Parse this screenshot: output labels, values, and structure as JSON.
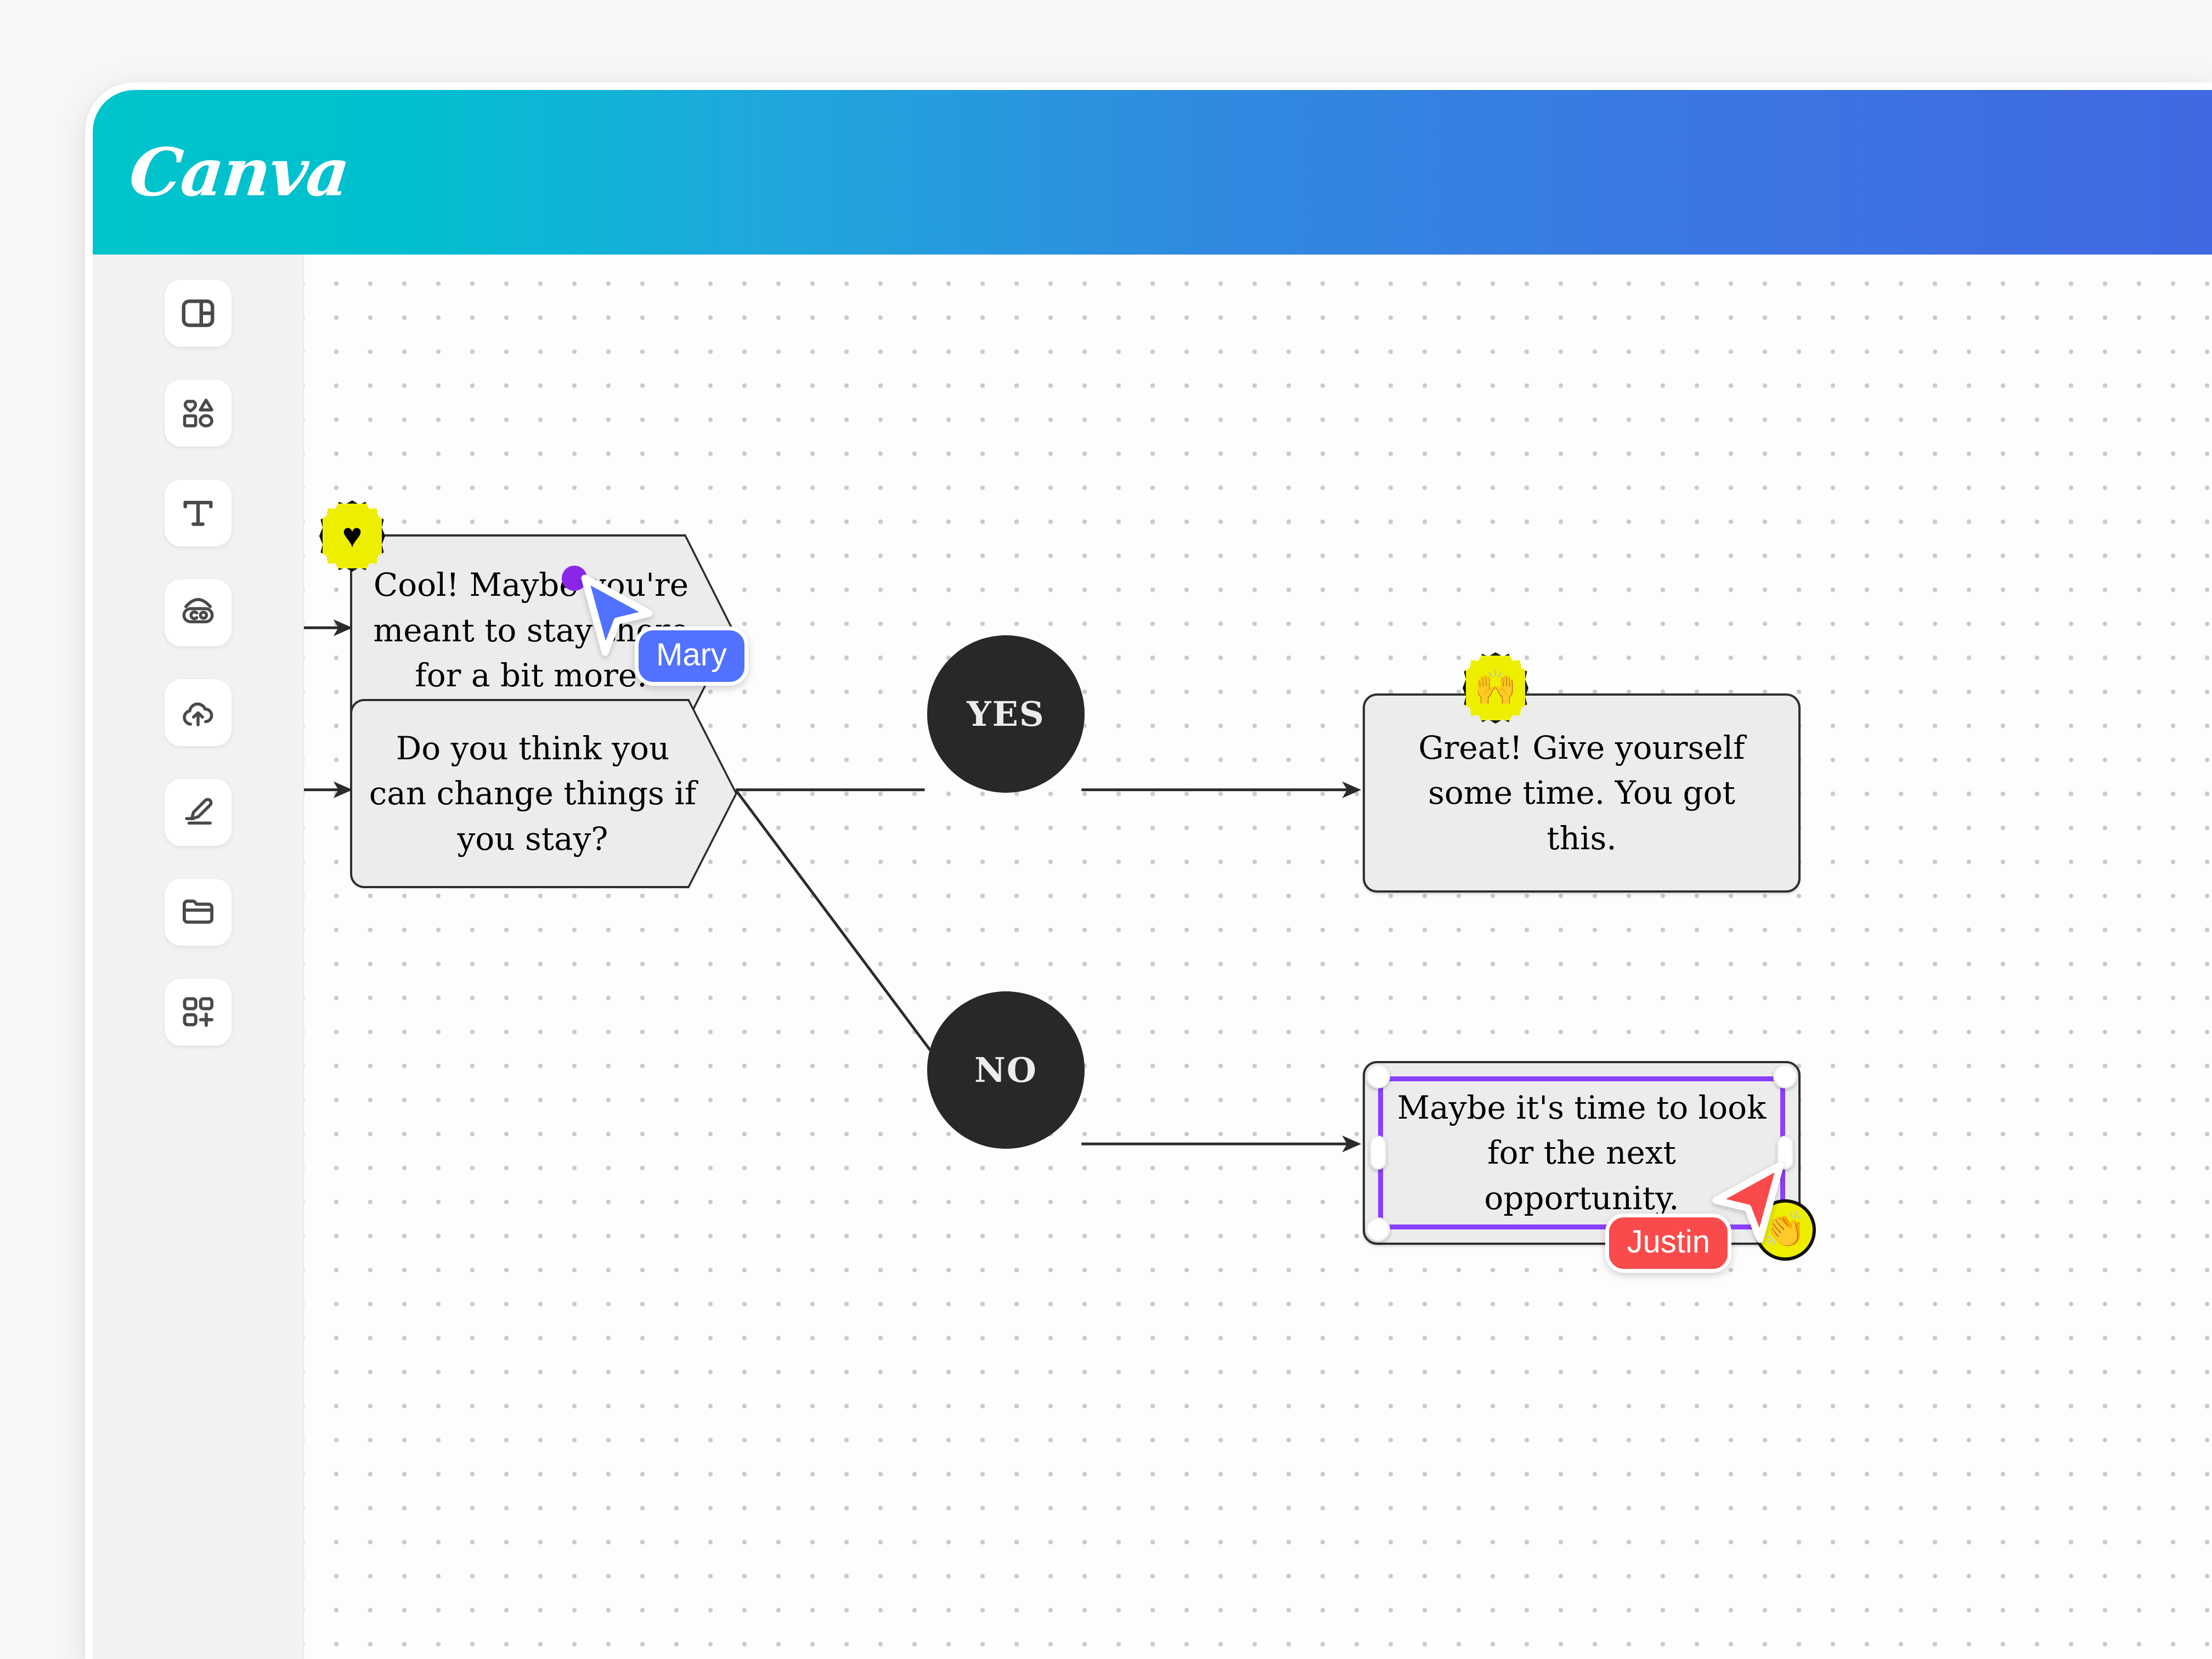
{
  "app": {
    "brand": "Canva",
    "header_gradient_start": "#00C4CC",
    "header_gradient_end": "#4169E1"
  },
  "sidebar": {
    "items": [
      {
        "icon": "design-layout-icon",
        "name": "design"
      },
      {
        "icon": "shapes-elements-icon",
        "name": "elements"
      },
      {
        "icon": "text-t-icon",
        "name": "text"
      },
      {
        "icon": "brand-co-icon",
        "name": "brand"
      },
      {
        "icon": "cloud-upload-icon",
        "name": "uploads"
      },
      {
        "icon": "pen-draw-icon",
        "name": "draw"
      },
      {
        "icon": "folder-icon",
        "name": "projects"
      },
      {
        "icon": "apps-grid-plus-icon",
        "name": "apps"
      }
    ]
  },
  "canvas": {
    "background_color": "#fdfdfd",
    "dot_color": "#c8ccd2",
    "node_fill": "#ececec",
    "node_stroke": "#2f2f2f",
    "selection_color": "#8B3FFF",
    "badge_color": "#eeee00",
    "nodes": [
      {
        "id": "node-stay",
        "shape": "tag",
        "text": "Cool! Maybe you're meant to stay there for a bit more.",
        "reaction": {
          "glyph": "♥",
          "name": "heart-reaction",
          "style": "starburst"
        }
      },
      {
        "id": "node-question",
        "shape": "tag",
        "text": "Do you think you can change things if you stay?"
      },
      {
        "id": "node-yes",
        "shape": "circle",
        "text": "YES"
      },
      {
        "id": "node-no",
        "shape": "circle",
        "text": "NO"
      },
      {
        "id": "node-great",
        "shape": "rect",
        "text": "Great! Give yourself some time. You got this.",
        "reaction": {
          "glyph": "🙌",
          "name": "raised-hands-reaction",
          "style": "starburst"
        }
      },
      {
        "id": "node-opportunity",
        "shape": "rect",
        "text": "Maybe it's time to look for the next opportunity.",
        "selected": true,
        "reaction": {
          "glyph": "👏",
          "name": "clapping-hands-reaction",
          "style": "circle"
        }
      }
    ]
  },
  "collaborators": [
    {
      "name": "Mary",
      "color": "#5271FF",
      "anchor_color": "#8B27E8"
    },
    {
      "name": "Justin",
      "color": "#F94B4B"
    }
  ]
}
